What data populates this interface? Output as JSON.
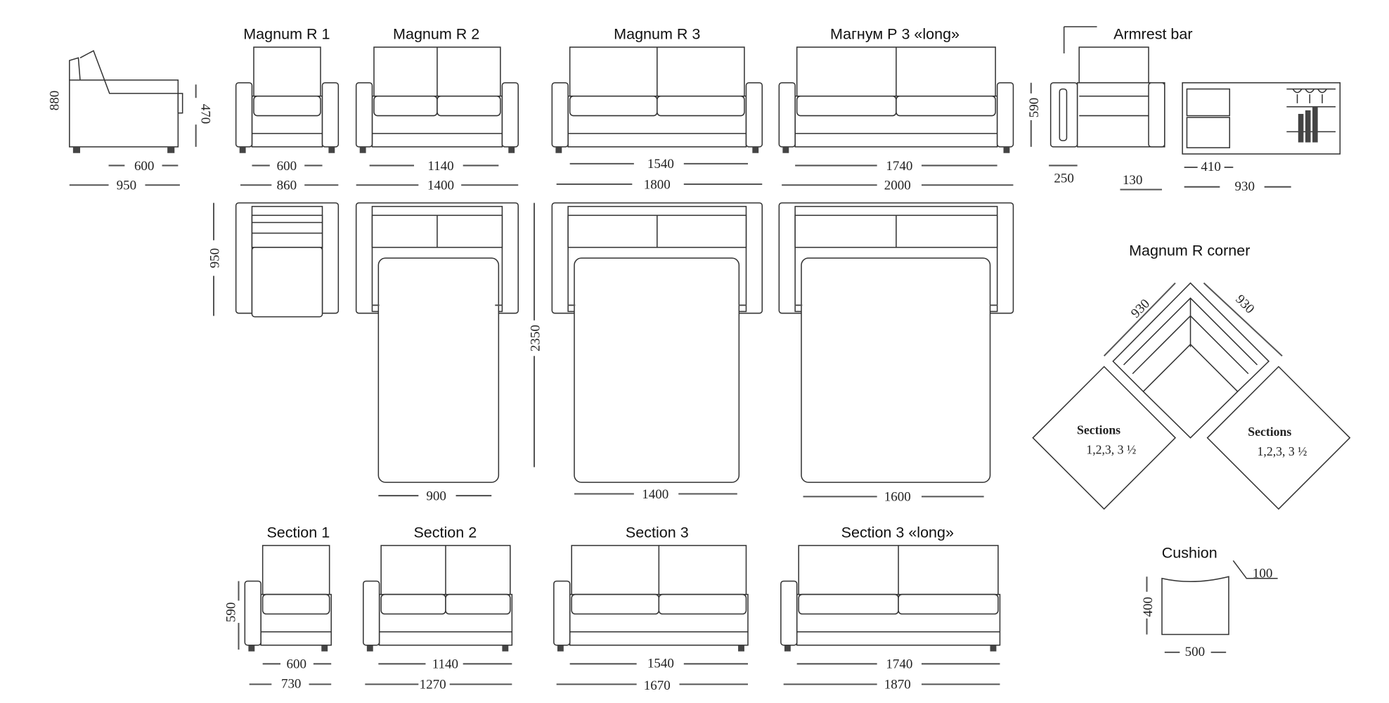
{
  "titles": {
    "r1": "Magnum R 1",
    "r2": "Magnum R 2",
    "r3": "Magnum R 3",
    "long": "Магнум Р 3 «long»",
    "armrest_bar": "Armrest bar",
    "corner": "Magnum R corner",
    "s1": "Section 1",
    "s2": "Section 2",
    "s3": "Section 3",
    "slong": "Section 3 «long»",
    "cushion": "Cushion"
  },
  "side": {
    "height": "880",
    "seat_height": "470",
    "depth_seat": "600",
    "depth": "950"
  },
  "row1": {
    "r1_inner": "600",
    "r1_outer": "860",
    "r2_inner": "1140",
    "r2_outer": "1400",
    "r3_inner": "1540",
    "r3_outer": "1800",
    "long_inner": "1740",
    "long_outer": "2000",
    "bar_height": "590",
    "bar_w1": "250",
    "bar_w2": "130",
    "cab_inner": "410",
    "cab_outer": "930"
  },
  "row2": {
    "depth": "950",
    "open_len": "2350",
    "bed2": "900",
    "bed3": "1400",
    "bedlong": "1600"
  },
  "corner": {
    "left": "930",
    "right": "930",
    "section_label": "Sections",
    "section_values": "1,2,3, 3 ½"
  },
  "row3": {
    "height": "590",
    "s1_inner": "600",
    "s1_outer": "730",
    "s2_inner": "1140",
    "s2_outer": "1270",
    "s3_inner": "1540",
    "s3_outer": "1670",
    "slong_inner": "1740",
    "slong_outer": "1870"
  },
  "cushion": {
    "height": "400",
    "width": "500",
    "depth": "100"
  }
}
